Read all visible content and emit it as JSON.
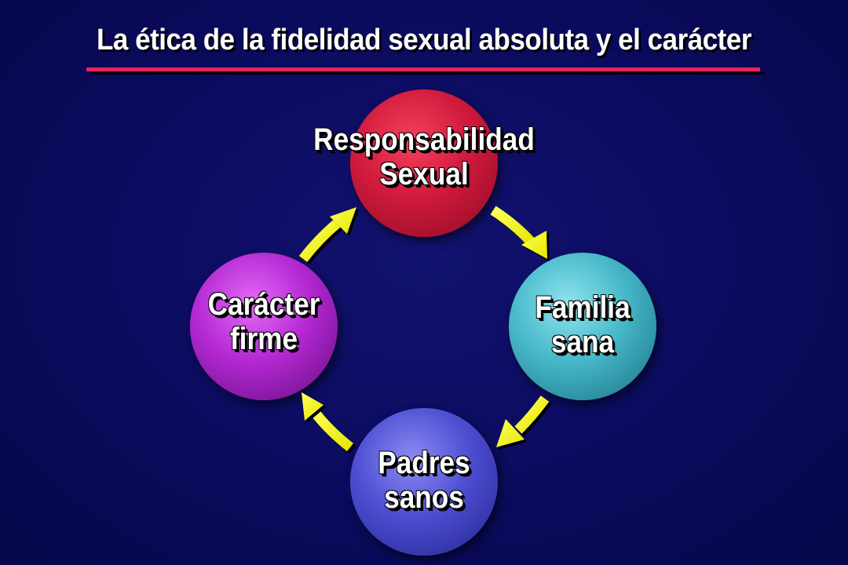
{
  "title": "La ética de la fidelidad sexual absoluta y el carácter",
  "colors": {
    "background": "#0a0a5c",
    "title_underline": "#e8235c",
    "arrow": "#f2f20a",
    "node_top": "#d01a3c",
    "node_right": "#45b7c8",
    "node_bottom": "#4d4ed2",
    "node_left": "#b328d2"
  },
  "cycle": {
    "nodes": [
      {
        "id": "top",
        "line1": "Responsabilidad",
        "line2": "Sexual"
      },
      {
        "id": "right",
        "line1": "Familia",
        "line2": "sana"
      },
      {
        "id": "bottom",
        "line1": "Padres",
        "line2": "sanos"
      },
      {
        "id": "left",
        "line1": "Carácter",
        "line2": "firme"
      }
    ],
    "direction": "clockwise",
    "arrow_icon": "curved-arrow-icon"
  }
}
